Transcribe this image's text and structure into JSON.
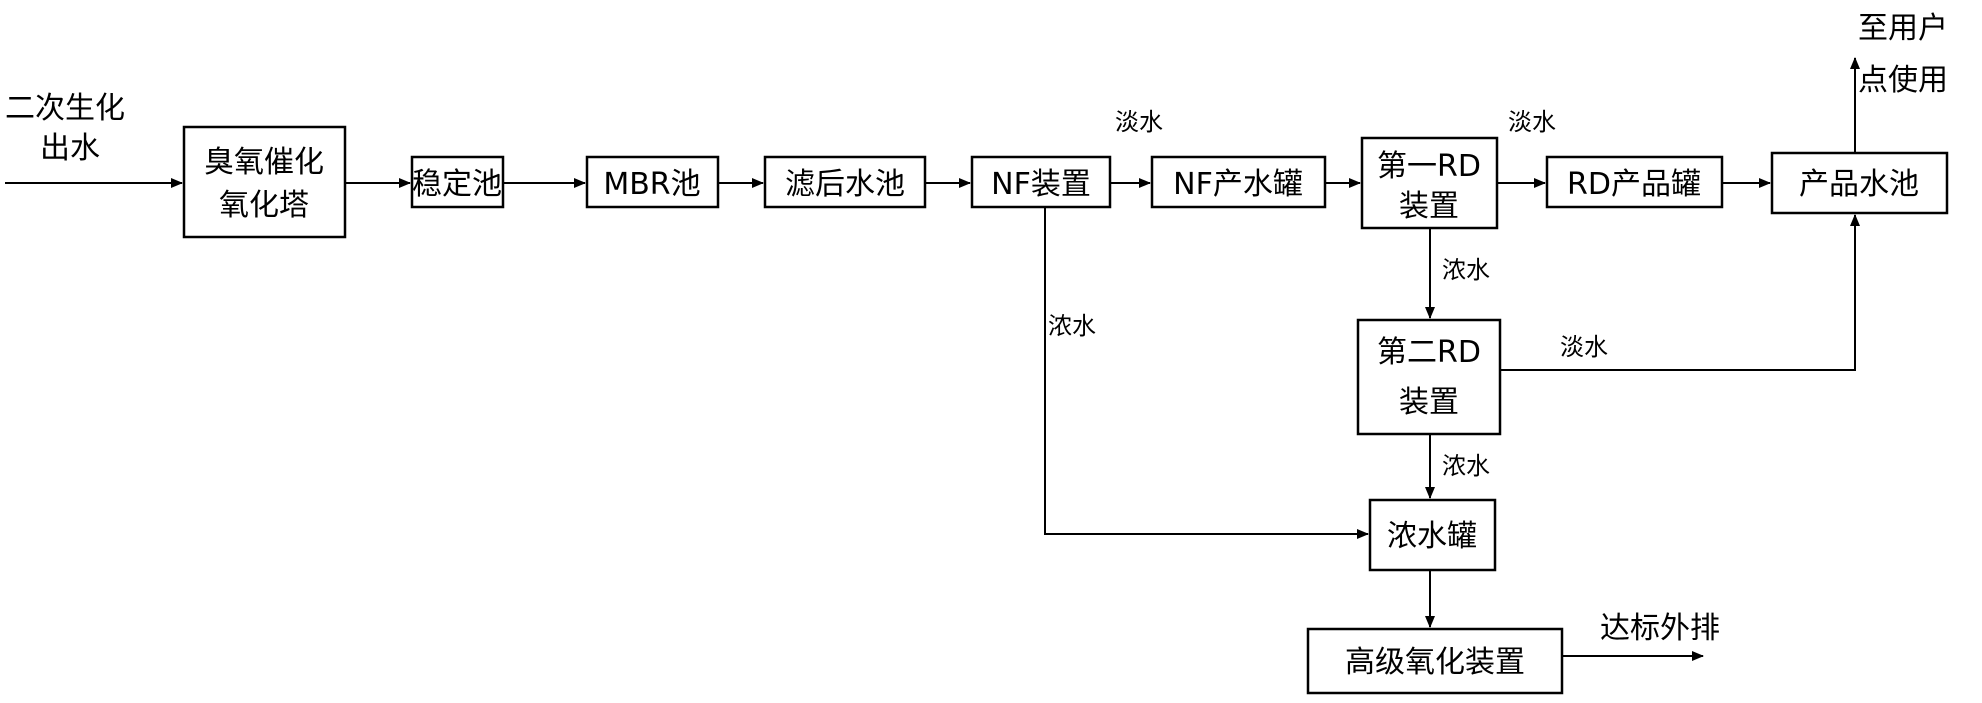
{
  "input": {
    "line1": "二次生化",
    "line2": "出水"
  },
  "output_user": {
    "line1": "至用户",
    "line2": "点使用"
  },
  "discharge": "达标外排",
  "boxes": {
    "ozone": {
      "line1": "臭氧催化",
      "line2": "氧化塔"
    },
    "stable": "稳定池",
    "mbr": "MBR池",
    "filtered": "滤后水池",
    "nf": "NF装置",
    "nf_tank": "NF产水罐",
    "rd1": {
      "line1": "第一RD",
      "line2": "装置"
    },
    "rd_tank": "RD产品罐",
    "product_pool": "产品水池",
    "rd2": {
      "line1": "第二RD",
      "line2": "装置"
    },
    "brine_tank": "浓水罐",
    "aop": "高级氧化装置"
  },
  "labels": {
    "fresh_nf": "淡水",
    "fresh_rd1": "淡水",
    "fresh_rd2": "淡水",
    "brine_nf": "浓水",
    "brine_rd1": "浓水",
    "brine_rd2": "浓水"
  }
}
